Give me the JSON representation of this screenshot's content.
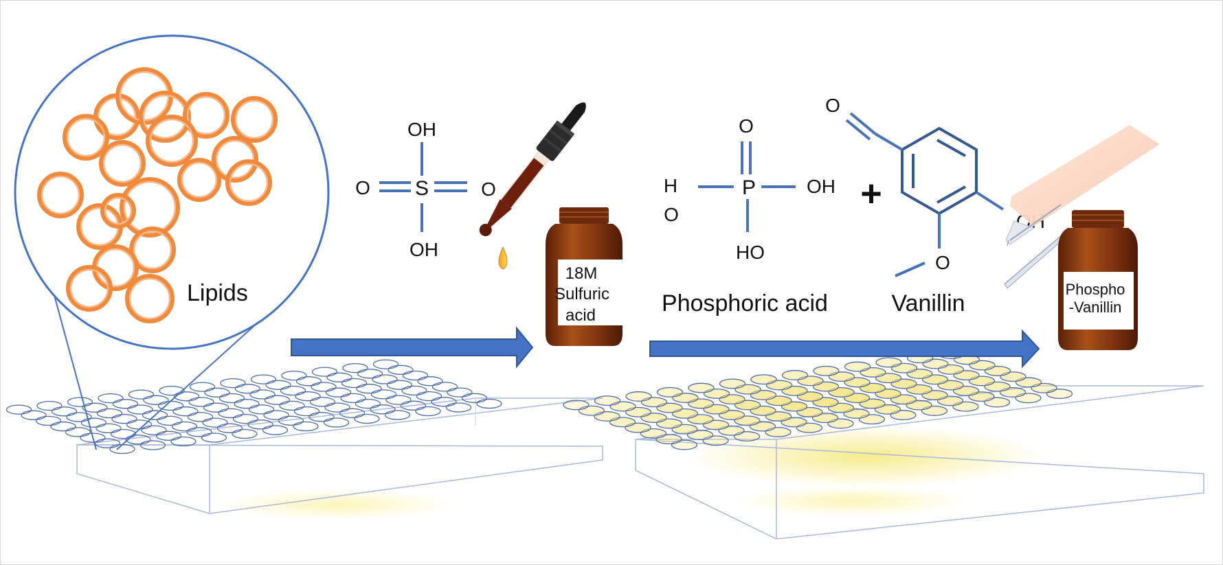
{
  "labels": {
    "lipids": "Lipids",
    "sulfuric_bottle": [
      "18M",
      "Sulfuric",
      "acid"
    ],
    "phosphoric_acid": "Phosphoric acid",
    "vanillin": "Vanillin",
    "pv_bottle": [
      "Phospho",
      "-Vanillin"
    ],
    "plus": "+"
  },
  "sulfuric": {
    "top": "OH",
    "bottom": "OH",
    "left": "O",
    "right": "O",
    "center": "S"
  },
  "phosphoric": {
    "h": "H",
    "o": "O",
    "center": "P",
    "top": "O",
    "right": "OH",
    "bottom": "HO"
  },
  "vanillin_atoms": {
    "aldehyde_o": "O",
    "oh": "OH",
    "methoxy_o": "O"
  },
  "colors": {
    "arrow": "#4472c4",
    "bond": "#4a72b8",
    "lipid_ring": "#ef8a3d",
    "amber_bottle": "#8b3a10",
    "bottle_cap": "#6d2a0c",
    "plate_line": "#4a6aa8",
    "well_yellow": "#f4e27a"
  },
  "icons": [
    "magnifier-circle-icon",
    "dropper-icon",
    "bottle-icon",
    "pipette-tip-icon",
    "well-plate-icon",
    "arrow-right-icon"
  ]
}
